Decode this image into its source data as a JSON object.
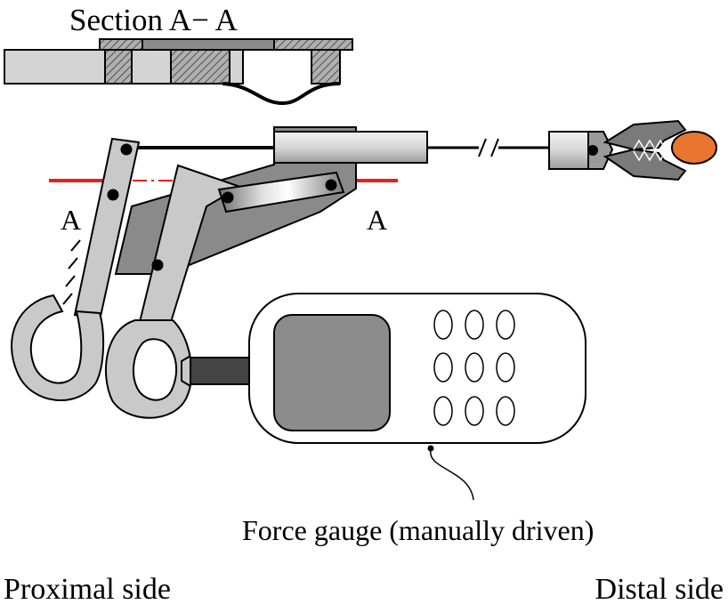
{
  "labels": {
    "section": "Section A− A",
    "cut_left": "A",
    "cut_right": "A",
    "force_gauge": "Force gauge (manually driven)",
    "proximal": "Proximal side",
    "distal": "Distal side"
  },
  "colors": {
    "cut_line": "#e8201c",
    "tip_object": "#e87530",
    "body_gray": "#8a8a8a",
    "handle_gray": "#c9c9c9",
    "screen_gray": "#8c8c8c"
  }
}
